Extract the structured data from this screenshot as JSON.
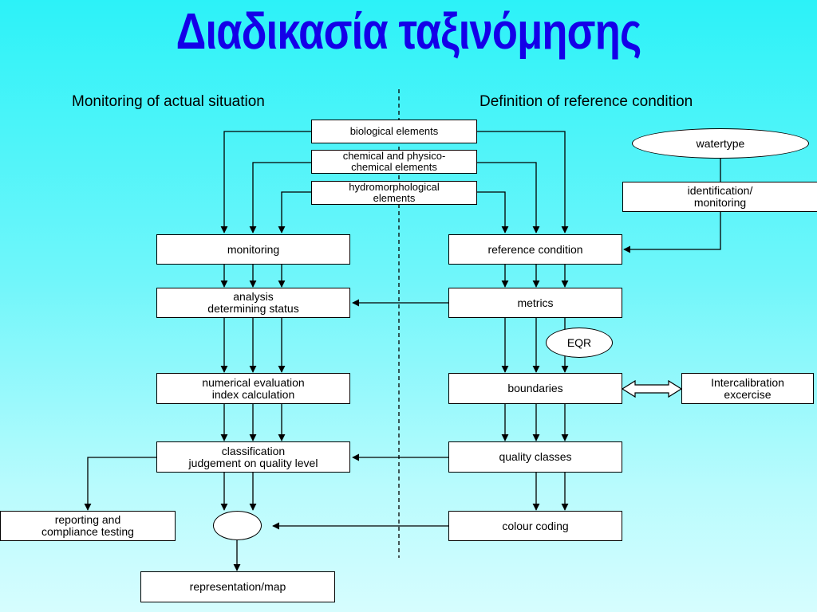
{
  "title": "Διαδικασία ταξινόμησης",
  "headers": {
    "left": "Monitoring of actual situation",
    "right": "Definition of reference condition"
  },
  "nodes": {
    "biological": "biological elements",
    "chemical": "chemical and physico-\nchemical elements",
    "hydromorph": "hydromorphological\nelements",
    "watertype": "watertype",
    "identification": "identification/\nmonitoring",
    "monitoring": "monitoring",
    "reference": "reference condition",
    "analysis": "analysis\ndetermining status",
    "metrics": "metrics",
    "eqr": "EQR",
    "numerical": "numerical evaluation\nindex calculation",
    "boundaries": "boundaries",
    "intercalibration": "Intercalibration\nexcercise",
    "classification": "classification\njudgement on quality level",
    "quality": "quality classes",
    "reporting": "reporting and\ncompliance testing",
    "colour": "colour coding",
    "representation": "representation/map"
  },
  "colors": {
    "title": "#1400e8",
    "background_top": "#2cf2f8",
    "background_bottom": "#d6fdfe"
  }
}
